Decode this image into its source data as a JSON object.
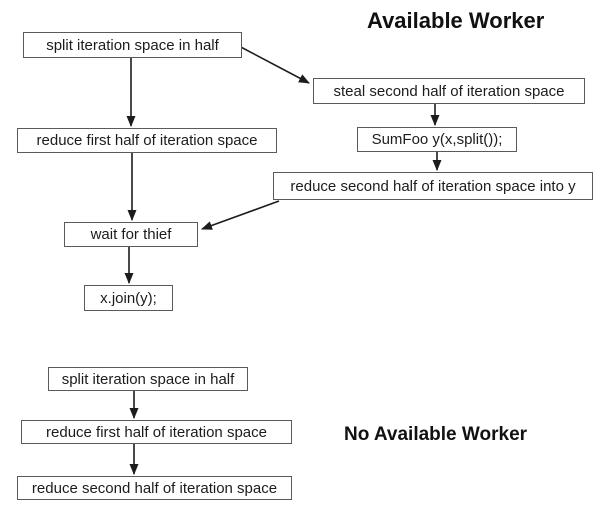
{
  "diagram": {
    "available_worker": {
      "heading": "Available Worker",
      "nodes": {
        "split": "split iteration space in half",
        "reduce_first": "reduce first half of iteration space",
        "steal": "steal second half of iteration space",
        "sumfoo": "SumFoo y(x,split());",
        "reduce_second_into_y": "reduce second half of iteration space into y",
        "wait_for_thief": "wait for thief",
        "join": "x.join(y);"
      }
    },
    "no_available_worker": {
      "heading": "No Available Worker",
      "nodes": {
        "split": "split iteration space in half",
        "reduce_first": "reduce first half of iteration space",
        "reduce_second": "reduce second half of iteration space"
      }
    },
    "colors": {
      "background": "#ffffff",
      "box_fill": "#ffffff",
      "box_border": "#5a5a5a",
      "text": "#1c1c1c",
      "arrow": "#1c1c1c"
    }
  }
}
